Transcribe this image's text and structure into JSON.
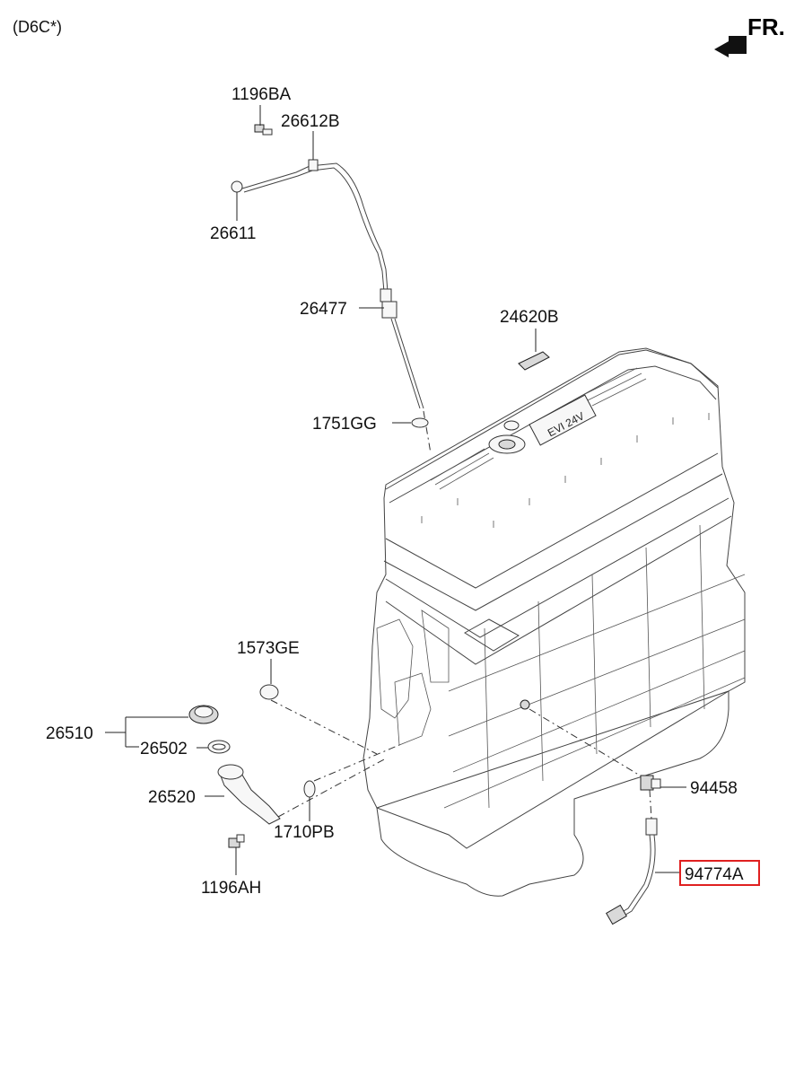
{
  "header": {
    "model_code": "(D6C*)",
    "direction_label": "FR."
  },
  "parts": {
    "p_1196BA": "1196BA",
    "p_26612B": "26612B",
    "p_26611": "26611",
    "p_26477": "26477",
    "p_24620B": "24620B",
    "p_1751GG": "1751GG",
    "p_1573GE": "1573GE",
    "p_26510": "26510",
    "p_26502": "26502",
    "p_26520": "26520",
    "p_1710PB": "1710PB",
    "p_1196AH": "1196AH",
    "p_94458": "94458",
    "p_94774A": "94774A"
  },
  "cover_text": "EVI 24V",
  "highlight_color": "#e02020"
}
